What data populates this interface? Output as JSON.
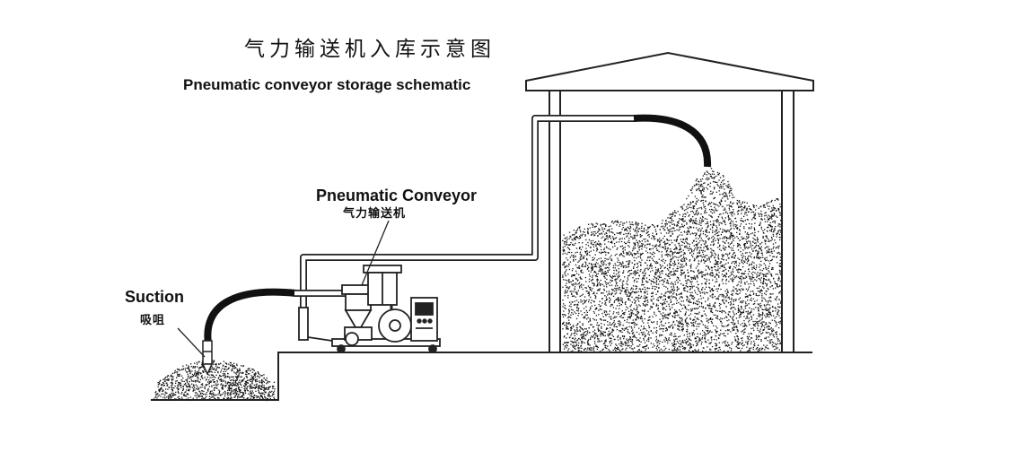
{
  "title": {
    "chinese": "气力输送机入库示意图",
    "english": "Pneumatic conveyor storage schematic"
  },
  "labels": {
    "conveyor_english": "Pneumatic Conveyor",
    "conveyor_chinese": "气力输送机",
    "suction_english": "Suction",
    "suction_chinese": "吸咀"
  },
  "colors": {
    "line": "#222222",
    "grain": "#111111",
    "background": "#ffffff"
  }
}
